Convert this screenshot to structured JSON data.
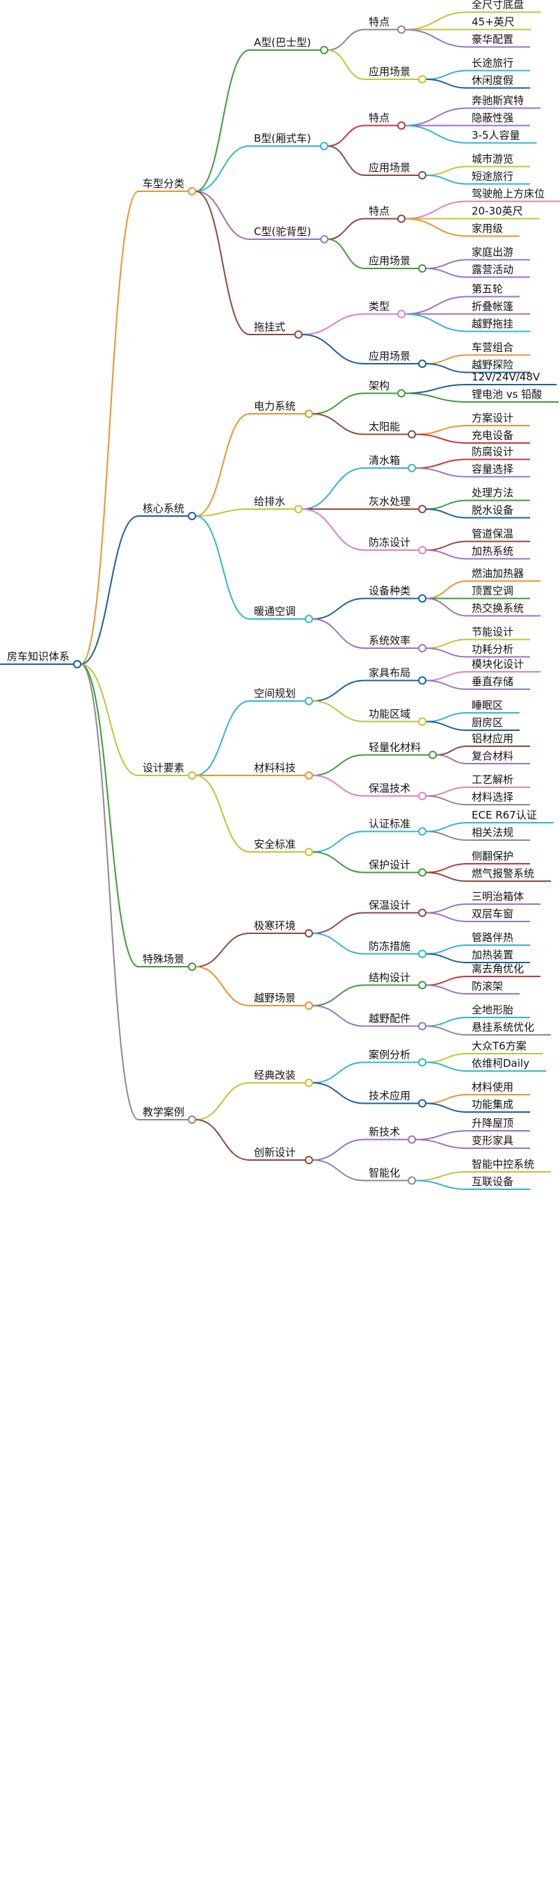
{
  "colors": {
    "root": "#1b5f9a",
    "level1": [
      "#f0922d",
      "#1b5f9a",
      "#c2c436",
      "#3e9b3b",
      "#8a8a8a"
    ],
    "orange": "#f0922d",
    "green": "#3e9b3b",
    "blue": "#1b5f9a",
    "cyan": "#2fb7cf",
    "purple": "#9a72c4",
    "brown": "#8b4a3c",
    "pink": "#e27fc0",
    "olive": "#c2c436",
    "red": "#c6363b",
    "gray": "#8a8a8a"
  },
  "tree": {
    "label": "房车知识体系",
    "children": [
      {
        "label": "车型分类",
        "children": [
          {
            "label": "A型(巴士型)",
            "children": [
              {
                "label": "特点",
                "children": [
                  {
                    "label": "全尺寸底盘"
                  },
                  {
                    "label": "45+英尺"
                  },
                  {
                    "label": "豪华配置"
                  }
                ]
              },
              {
                "label": "应用场景",
                "children": [
                  {
                    "label": "长途旅行"
                  },
                  {
                    "label": "休闲度假"
                  }
                ]
              }
            ]
          },
          {
            "label": "B型(厢式车)",
            "children": [
              {
                "label": "特点",
                "children": [
                  {
                    "label": "奔驰斯宾特"
                  },
                  {
                    "label": "隐蔽性强"
                  },
                  {
                    "label": "3-5人容量"
                  }
                ]
              },
              {
                "label": "应用场景",
                "children": [
                  {
                    "label": "城市游览"
                  },
                  {
                    "label": "短途旅行"
                  }
                ]
              }
            ]
          },
          {
            "label": "C型(驼背型)",
            "children": [
              {
                "label": "特点",
                "children": [
                  {
                    "label": "驾驶舱上方床位"
                  },
                  {
                    "label": "20-30英尺"
                  },
                  {
                    "label": "家用级"
                  }
                ]
              },
              {
                "label": "应用场景",
                "children": [
                  {
                    "label": "家庭出游"
                  },
                  {
                    "label": "露营活动"
                  }
                ]
              }
            ]
          },
          {
            "label": "拖挂式",
            "children": [
              {
                "label": "类型",
                "children": [
                  {
                    "label": "第五轮"
                  },
                  {
                    "label": "折叠帐篷"
                  },
                  {
                    "label": "越野拖挂"
                  }
                ]
              },
              {
                "label": "应用场景",
                "children": [
                  {
                    "label": "车营组合"
                  },
                  {
                    "label": "越野探险"
                  }
                ]
              }
            ]
          }
        ]
      },
      {
        "label": "核心系统",
        "children": [
          {
            "label": "电力系统",
            "children": [
              {
                "label": "架构",
                "children": [
                  {
                    "label": "12V/24V/48V"
                  },
                  {
                    "label": "锂电池 vs 铅酸"
                  }
                ]
              },
              {
                "label": "太阳能",
                "children": [
                  {
                    "label": "方案设计"
                  },
                  {
                    "label": "充电设备"
                  }
                ]
              }
            ]
          },
          {
            "label": "给排水",
            "children": [
              {
                "label": "清水箱",
                "children": [
                  {
                    "label": "防腐设计"
                  },
                  {
                    "label": "容量选择"
                  }
                ]
              },
              {
                "label": "灰水处理",
                "children": [
                  {
                    "label": "处理方法"
                  },
                  {
                    "label": "脱水设备"
                  }
                ]
              },
              {
                "label": "防冻设计",
                "children": [
                  {
                    "label": "管道保温"
                  },
                  {
                    "label": "加热系统"
                  }
                ]
              }
            ]
          },
          {
            "label": "暖通空调",
            "children": [
              {
                "label": "设备种类",
                "children": [
                  {
                    "label": "燃油加热器"
                  },
                  {
                    "label": "顶置空调"
                  },
                  {
                    "label": "热交换系统"
                  }
                ]
              },
              {
                "label": "系统效率",
                "children": [
                  {
                    "label": "节能设计"
                  },
                  {
                    "label": "功耗分析"
                  }
                ]
              }
            ]
          }
        ]
      },
      {
        "label": "设计要素",
        "children": [
          {
            "label": "空间规划",
            "children": [
              {
                "label": "家具布局",
                "children": [
                  {
                    "label": "模块化设计"
                  },
                  {
                    "label": "垂直存储"
                  }
                ]
              },
              {
                "label": "功能区域",
                "children": [
                  {
                    "label": "睡眠区"
                  },
                  {
                    "label": "厨房区"
                  }
                ]
              }
            ]
          },
          {
            "label": "材料科技",
            "children": [
              {
                "label": "轻量化材料",
                "children": [
                  {
                    "label": "铝材应用"
                  },
                  {
                    "label": "复合材料"
                  }
                ]
              },
              {
                "label": "保温技术",
                "children": [
                  {
                    "label": "工艺解析"
                  },
                  {
                    "label": "材料选择"
                  }
                ]
              }
            ]
          },
          {
            "label": "安全标准",
            "children": [
              {
                "label": "认证标准",
                "children": [
                  {
                    "label": "ECE R67认证"
                  },
                  {
                    "label": "相关法规"
                  }
                ]
              },
              {
                "label": "保护设计",
                "children": [
                  {
                    "label": "侧翻保护"
                  },
                  {
                    "label": "燃气报警系统"
                  }
                ]
              }
            ]
          }
        ]
      },
      {
        "label": "特殊场景",
        "children": [
          {
            "label": "极寒环境",
            "children": [
              {
                "label": "保温设计",
                "children": [
                  {
                    "label": "三明治箱体"
                  },
                  {
                    "label": "双层车窗"
                  }
                ]
              },
              {
                "label": "防冻措施",
                "children": [
                  {
                    "label": "管路伴热"
                  },
                  {
                    "label": "加热装置"
                  }
                ]
              }
            ]
          },
          {
            "label": "越野场景",
            "children": [
              {
                "label": "结构设计",
                "children": [
                  {
                    "label": "离去角优化"
                  },
                  {
                    "label": "防滚架"
                  }
                ]
              },
              {
                "label": "越野配件",
                "children": [
                  {
                    "label": "全地形胎"
                  },
                  {
                    "label": "悬挂系统优化"
                  }
                ]
              }
            ]
          }
        ]
      },
      {
        "label": "教学案例",
        "children": [
          {
            "label": "经典改装",
            "children": [
              {
                "label": "案例分析",
                "children": [
                  {
                    "label": "大众T6方案"
                  },
                  {
                    "label": "依维柯Daily"
                  }
                ]
              },
              {
                "label": "技术应用",
                "children": [
                  {
                    "label": "材料使用"
                  },
                  {
                    "label": "功能集成"
                  }
                ]
              }
            ]
          },
          {
            "label": "创新设计",
            "children": [
              {
                "label": "新技术",
                "children": [
                  {
                    "label": "升降屋顶"
                  },
                  {
                    "label": "变形家具"
                  }
                ]
              },
              {
                "label": "智能化",
                "children": [
                  {
                    "label": "智能中控系统"
                  },
                  {
                    "label": "互联设备"
                  }
                ]
              }
            ]
          }
        ]
      }
    ]
  }
}
